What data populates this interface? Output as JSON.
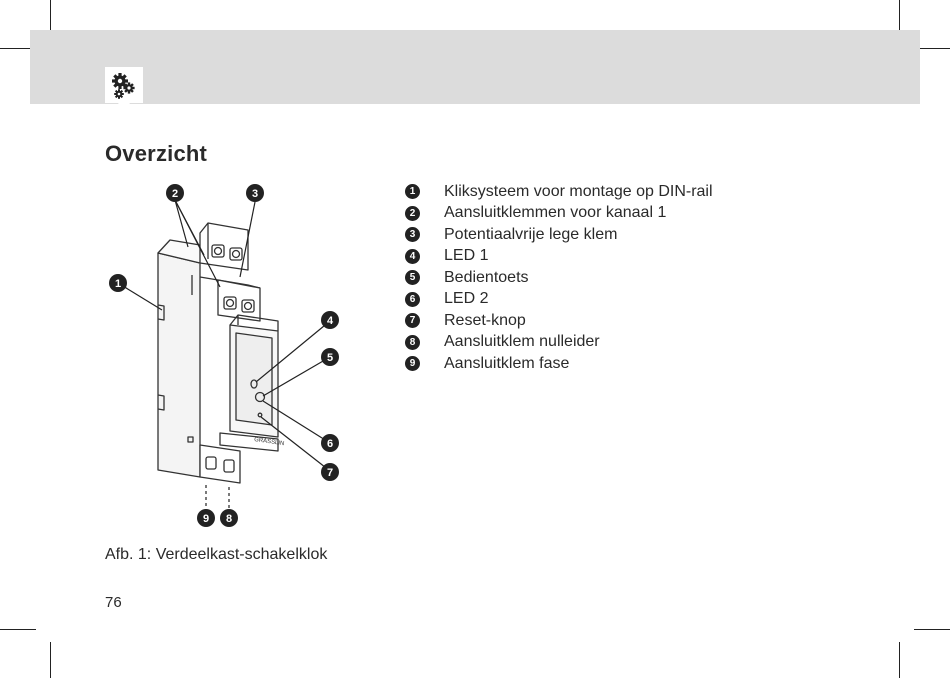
{
  "header": {
    "icon": "gears-icon"
  },
  "page": {
    "title": "Overzicht",
    "caption": "Afb. 1: Verdeelkast-schakelklok",
    "page_number": "76"
  },
  "figure": {
    "callouts": [
      "1",
      "2",
      "3",
      "4",
      "5",
      "6",
      "7",
      "8",
      "9"
    ],
    "brand_mark": "GRÄSSLIN"
  },
  "legend": {
    "items": [
      {
        "num": "1",
        "label": "Kliksysteem voor montage op DIN-rail"
      },
      {
        "num": "2",
        "label": "Aansluitklemmen voor kanaal 1"
      },
      {
        "num": "3",
        "label": "Potentiaalvrije lege klem"
      },
      {
        "num": "4",
        "label": "LED 1"
      },
      {
        "num": "5",
        "label": "Bedientoets"
      },
      {
        "num": "6",
        "label": "LED 2"
      },
      {
        "num": "7",
        "label": "Reset-knop"
      },
      {
        "num": "8",
        "label": "Aansluitklem nulleider"
      },
      {
        "num": "9",
        "label": "Aansluitklem fase"
      }
    ]
  },
  "colors": {
    "band": "#dcdcdc",
    "callout": "#222222",
    "text": "#2a2a2a"
  }
}
